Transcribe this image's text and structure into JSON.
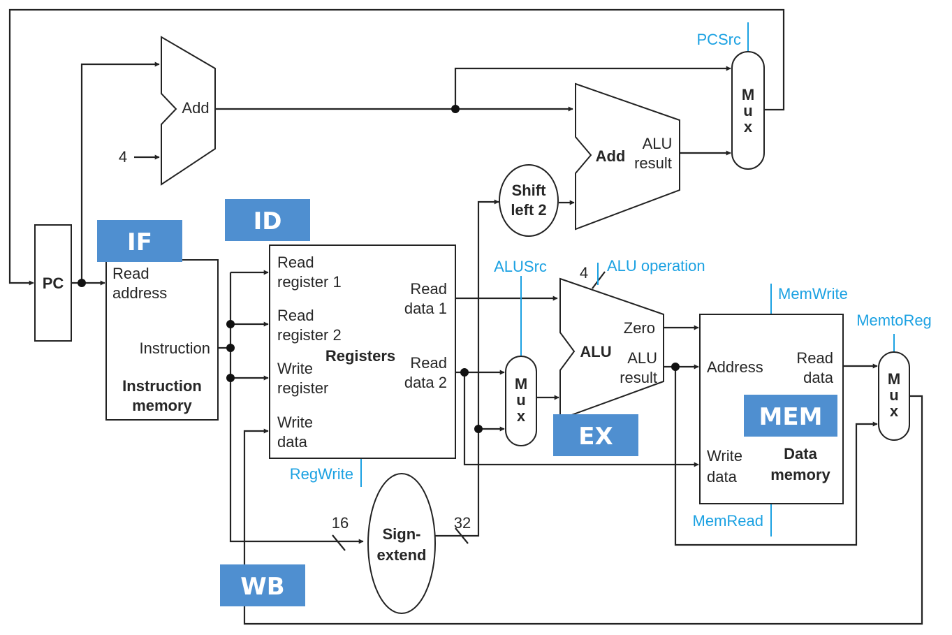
{
  "colors": {
    "control": "#1ba1e2",
    "stage_badge": "#4f8fd0",
    "wire": "#222222"
  },
  "stages": {
    "if": "IF",
    "id": "ID",
    "ex": "EX",
    "mem": "MEM",
    "wb": "WB"
  },
  "pc": {
    "label": "PC"
  },
  "add_pc": {
    "label": "Add",
    "const": "4"
  },
  "add_branch": {
    "label": "Add",
    "result1": "ALU",
    "result2": "result"
  },
  "shift": {
    "line1": "Shift",
    "line2": "left 2"
  },
  "instr_mem": {
    "read1": "Read",
    "read2": "address",
    "instruction": "Instruction",
    "title1": "Instruction",
    "title2": "memory"
  },
  "registers": {
    "rr1a": "Read",
    "rr1b": "register 1",
    "rr2a": "Read",
    "rr2b": "register 2",
    "wra": "Write",
    "wrb": "register",
    "wda": "Write",
    "wdb": "data",
    "rd1a": "Read",
    "rd1b": "data 1",
    "rd2a": "Read",
    "rd2b": "data 2",
    "title": "Registers"
  },
  "sign_extend": {
    "line1": "Sign-",
    "line2": "extend",
    "in_bits": "16",
    "out_bits": "32"
  },
  "alu": {
    "label": "ALU",
    "zero": "Zero",
    "result1": "ALU",
    "result2": "result",
    "op_bits": "4"
  },
  "data_mem": {
    "address": "Address",
    "read1": "Read",
    "read2": "data",
    "write1": "Write",
    "write2": "data",
    "title1": "Data",
    "title2": "memory"
  },
  "mux": {
    "m": "M",
    "u": "u",
    "x": "x"
  },
  "control": {
    "pcsrc": "PCSrc",
    "alusrc": "ALUSrc",
    "aluop": "ALU operation",
    "memwrite": "MemWrite",
    "memtoreg": "MemtoReg",
    "regwrite": "RegWrite",
    "memread": "MemRead"
  }
}
